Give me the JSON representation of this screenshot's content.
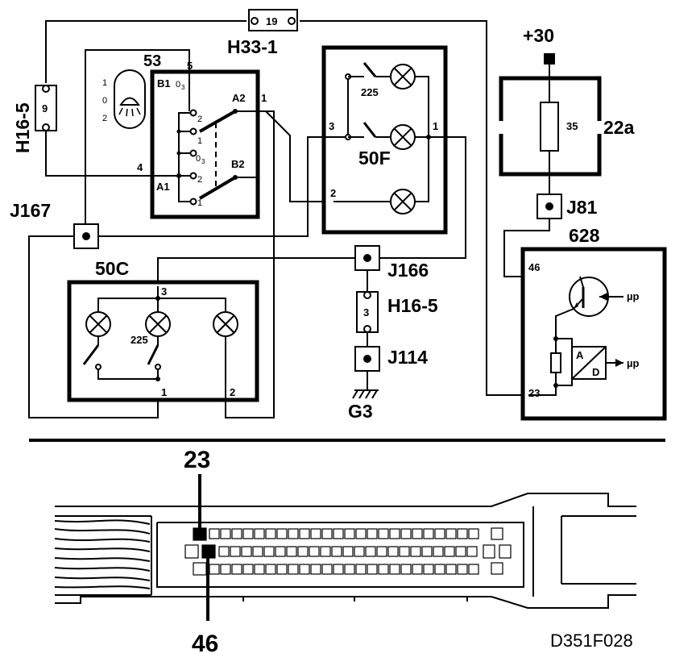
{
  "components": {
    "fuse_h33": {
      "pin": "19",
      "name": "H33-1"
    },
    "connector_h16_top": {
      "pin": "9",
      "name": "H16-5"
    },
    "connector_h16_mid": {
      "pin": "3",
      "name": "H16-5"
    },
    "switch_53": {
      "name": "53",
      "pins": {
        "five": "5",
        "four": "4",
        "one": "1"
      },
      "labels": {
        "b1": "B1",
        "a1": "A1",
        "a2": "A2",
        "b2": "B2"
      },
      "lamp_levels": {
        "one": "1",
        "zero": "0",
        "two": "2"
      },
      "positions": {
        "o3_top": "0",
        "o3_top_sub": "3",
        "p2_top": "2",
        "p1_top": "1",
        "o3_bot": "0",
        "o3_bot_sub": "3",
        "p2_bot": "2",
        "p1_bot": "1"
      }
    },
    "lamp_50f": {
      "name": "50F",
      "code": "225",
      "pin_3": "3",
      "pin_1": "1",
      "pin_2": "2"
    },
    "lamp_50c": {
      "name": "50C",
      "code": "225",
      "pin_3": "3",
      "pin_1": "1",
      "pin_2": "2"
    },
    "fuse_22a": {
      "name": "22a",
      "value": "35",
      "supply": "+30"
    },
    "ecu_628": {
      "name": "628",
      "pin_46": "46",
      "pin_23": "23",
      "up_label": "µp",
      "a_label": "A",
      "d_label": "D"
    },
    "junctions": {
      "j167": "J167",
      "j166": "J166",
      "j114": "J114",
      "j81": "J81"
    },
    "ground": {
      "name": "G3"
    }
  },
  "connector_view": {
    "pin_top": "23",
    "pin_bottom": "46"
  },
  "figure_code": "D351F028",
  "icons": [
    "lamp-icon",
    "ground-icon",
    "transistor-icon",
    "ad-converter-icon",
    "headlamp-icon"
  ]
}
